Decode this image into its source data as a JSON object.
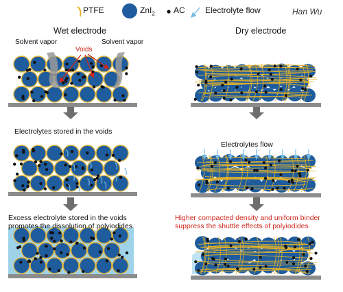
{
  "legend": {
    "ptfe": "PTFE",
    "znl2_base": "ZnI",
    "znl2_sub": "2",
    "ac": "AC",
    "flow": "Electrolyte flow"
  },
  "signature": "Han Wu",
  "wet": {
    "title": "Wet electrode",
    "solvent_vapor_left": "Solvent vapor",
    "solvent_vapor_right": "Solvent vapor",
    "voids": "Voids",
    "caption_stored": "Electrolytes stored in the voids",
    "caption_excess_1": "Excess electrolyte stored in the voids",
    "caption_excess_2": "promotes the dissolution of polyiodides"
  },
  "dry": {
    "title": "Dry electrode",
    "caption_flow": "Electrolytes flow",
    "caption_red_1": "Higher compacted density and uniform binder",
    "caption_red_2": "suppress the shuttle effects of polyiodides"
  },
  "colors": {
    "particle": "#1f5c9e",
    "particle_edge": "#e3b43a",
    "ptfe": "#e6b325",
    "substrate": "#8c8c8c",
    "arrow": "#6e6e6e",
    "electrolyte": "#9fd3ea",
    "flow_arrow": "#74b9e3",
    "red": "#d0261c"
  }
}
